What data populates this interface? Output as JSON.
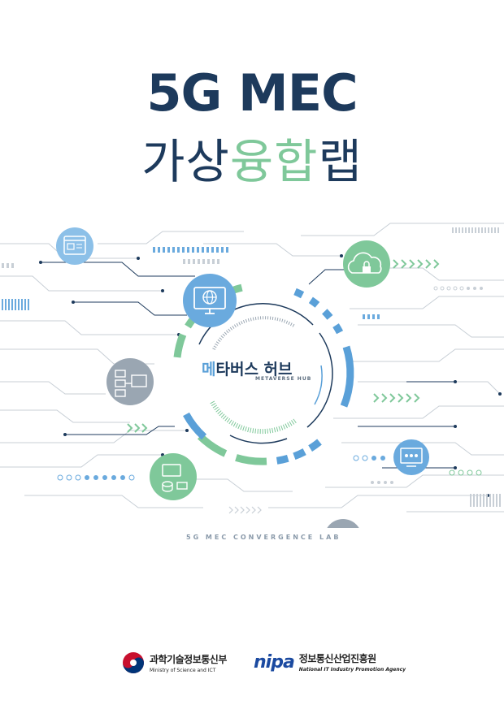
{
  "title": {
    "main": "5G MEC",
    "sub_part1": "가상",
    "sub_part2": "융합",
    "sub_part3": "랩"
  },
  "hub": {
    "title_mark": "메",
    "title_rest": "타버스 허브",
    "subtitle": "METAVERSE HUB"
  },
  "lab_caption": "5G MEC CONVERGENCE LAB",
  "footer": {
    "msit_kr": "과학기술정보통신부",
    "msit_en": "Ministry of Science and ICT",
    "nipa_logo": "nipa",
    "nipa_kr": "정보통신산업진흥원",
    "nipa_en": "National IT Industry Promotion Agency"
  },
  "colors": {
    "navy": "#1d3a5c",
    "green": "#7fc89a",
    "blue": "#5aa0d8",
    "gray": "#9aa6b2"
  },
  "icons": [
    "web-document-icon",
    "monitor-globe-icon",
    "cloud-lock-icon",
    "server-network-icon",
    "database-network-icon",
    "desktop-users-icon",
    "web-network-icon"
  ]
}
